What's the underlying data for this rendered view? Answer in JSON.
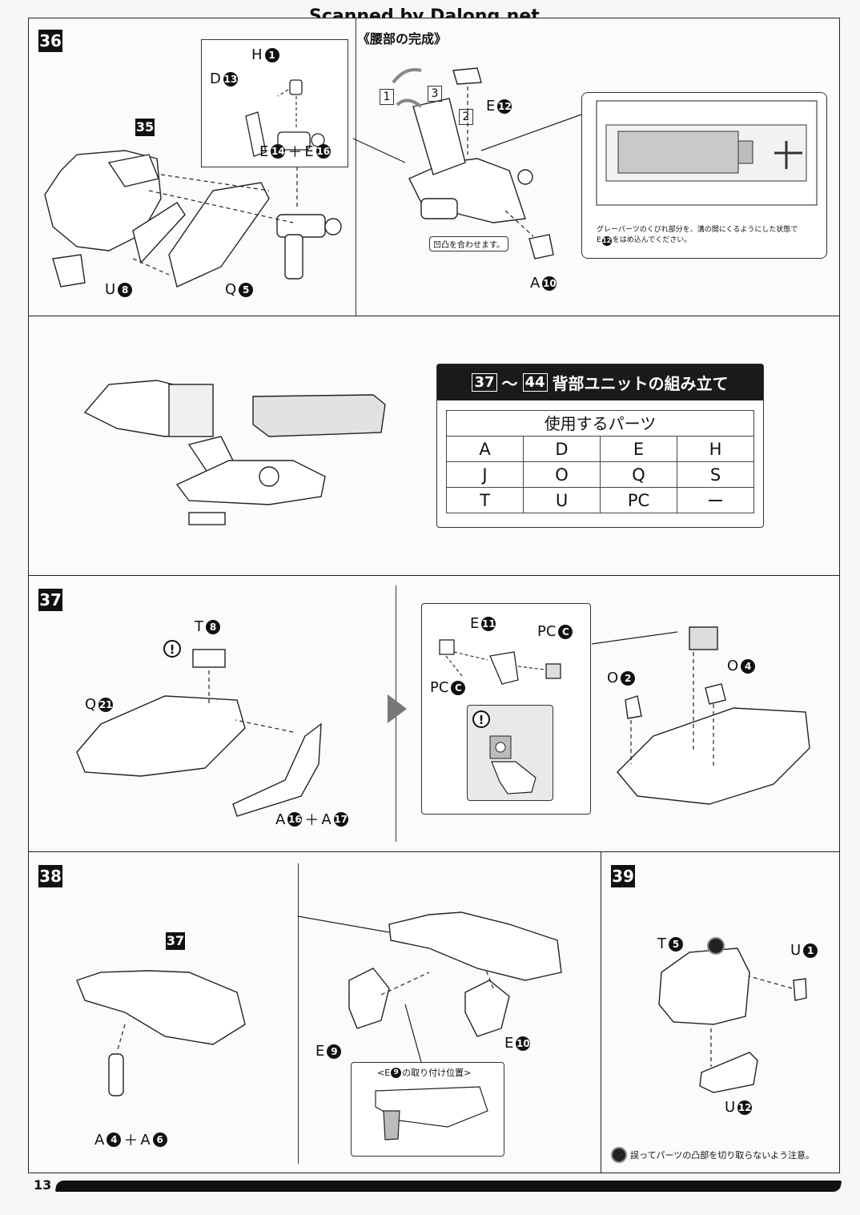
{
  "header": {
    "watermark": "Scanned by Dalong.net",
    "waist_title": "《腰部の完成》"
  },
  "step36": {
    "number": "36",
    "ref_step": "35",
    "parts": {
      "h1": "H",
      "h1_num": "1",
      "d13": "D",
      "d13_num": "13",
      "e14": "E",
      "e14_num": "14",
      "plus": "＋",
      "e16": "E",
      "e16_num": "16",
      "u8": "U",
      "u8_num": "8",
      "q5": "Q",
      "q5_num": "5"
    },
    "right": {
      "seq1": "1",
      "seq2": "2",
      "seq3": "3",
      "e12": "E",
      "e12_num": "12",
      "a10": "A",
      "a10_num": "10",
      "align_note": "凹凸を合わせます。",
      "detail_note_1": "グレーパーツのくびれ部分を、溝の間にくるようにした状態で",
      "detail_note_2_prefix": "E",
      "detail_note_2_num": "12",
      "detail_note_2_suffix": "をはめ込んでください。"
    }
  },
  "backpack": {
    "title_from": "37",
    "title_tilde": "〜",
    "title_to": "44",
    "title_text": "背部ユニットの組み立て",
    "table_header": "使用するパーツ",
    "rows": [
      [
        "A",
        "D",
        "E",
        "H"
      ],
      [
        "J",
        "O",
        "Q",
        "S"
      ],
      [
        "T",
        "U",
        "PC",
        "ー"
      ]
    ]
  },
  "step37": {
    "number": "37",
    "t8": "T",
    "t8_num": "8",
    "q21": "Q",
    "q21_num": "21",
    "a16": "A",
    "a16_num": "16",
    "plus": "＋",
    "a17": "A",
    "a17_num": "17",
    "warn": "!",
    "e11": "E",
    "e11_num": "11",
    "pc_c1": "PC",
    "pc_c1_num": "C",
    "pc_c2": "PC",
    "pc_c2_num": "C",
    "o2": "O",
    "o2_num": "2",
    "o4": "O",
    "o4_num": "4"
  },
  "step38": {
    "number": "38",
    "ref_step": "37",
    "a4": "A",
    "a4_num": "4",
    "plus": "＋",
    "a6": "A",
    "a6_num": "6",
    "e9": "E",
    "e9_num": "9",
    "e10": "E",
    "e10_num": "10",
    "pos_note_prefix": "<E",
    "pos_note_num": "9",
    "pos_note_suffix": "の取り付け位置>"
  },
  "step39": {
    "number": "39",
    "t5": "T",
    "t5_num": "5",
    "u1": "U",
    "u1_num": "1",
    "u12": "U",
    "u12_num": "12",
    "caution": "誤ってパーツの凸部を切り取らないよう注意。"
  },
  "footer": {
    "page": "13"
  }
}
